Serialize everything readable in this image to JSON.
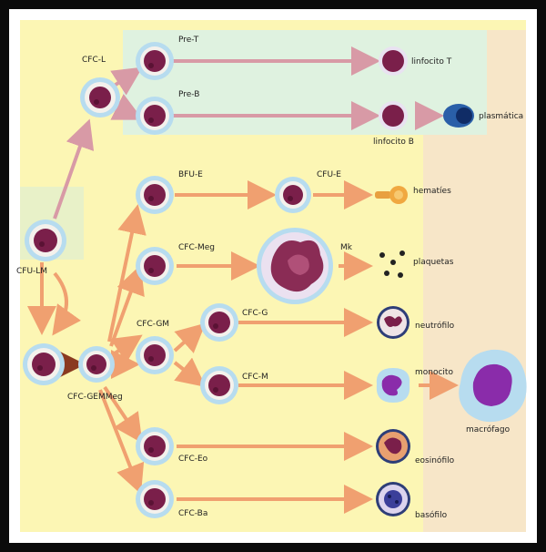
{
  "labels": {
    "cfu_lm": "CFU-LM",
    "cfc_l": "CFC-L",
    "pre_t": "Pre-T",
    "pre_b": "Pre-B",
    "linfocito_t": "linfocito T",
    "linfocito_b": "linfocito B",
    "plasmatica": "plasmática",
    "bfu_e": "BFU-E",
    "cfu_e": "CFU-E",
    "hematies": "hematíes",
    "cfc_meg": "CFC-Meg",
    "mk": "Mk",
    "plaquetas": "plaquetas",
    "cfc_gm": "CFC-GM",
    "cfc_g": "CFC-G",
    "neutrofilo": "neutrófilo",
    "cfc_m": "CFC-M",
    "monocito": "monocito",
    "macrofago": "macrófago",
    "cfc_gemm": "CFC-GEMMeg",
    "cfc_eo": "CFC-Eo",
    "eosinofilo": "eosinófilo",
    "cfc_ba": "CFC-Ba",
    "basofilo": "basófilo"
  },
  "colors": {
    "frame": "#0b0b0b",
    "background_left": "#fcf6b4",
    "background_lymph": "#dff2e0",
    "background_right": "#f7e6c8",
    "arrow_lymph": "#d89aa6",
    "arrow_myeloid": "#f0a070",
    "cell_nucleus": "#7a1f4a",
    "cell_halo": "#b7dcef"
  }
}
